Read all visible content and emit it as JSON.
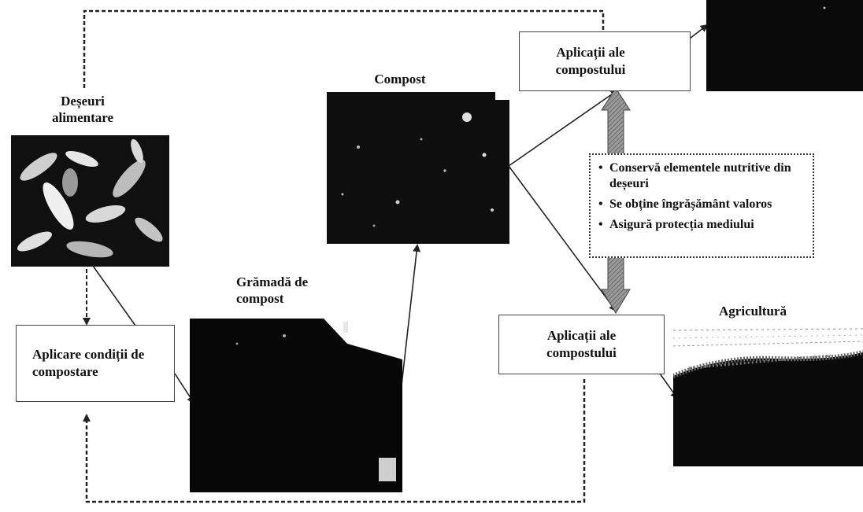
{
  "nodes": {
    "food_waste_label": "Deșeuri alimentare",
    "compost_pile_label": "Grămadă de compost",
    "compost_label": "Compost",
    "agriculture_label": "Agricultură",
    "apply_conditions_box": "Aplicare condiții de compostare",
    "applications_top_box": "Aplicații ale compostului",
    "applications_bottom_box": "Aplicații ale compostului"
  },
  "benefits": [
    "Conservă elementele nutritive din deșeuri",
    "Se obține îngrășământ valoros",
    "Asigură protecția mediului"
  ],
  "colors": {
    "photo_dark": "#0b0b0b",
    "arrow_gray": "#8a8a8a",
    "line": "#222222"
  }
}
